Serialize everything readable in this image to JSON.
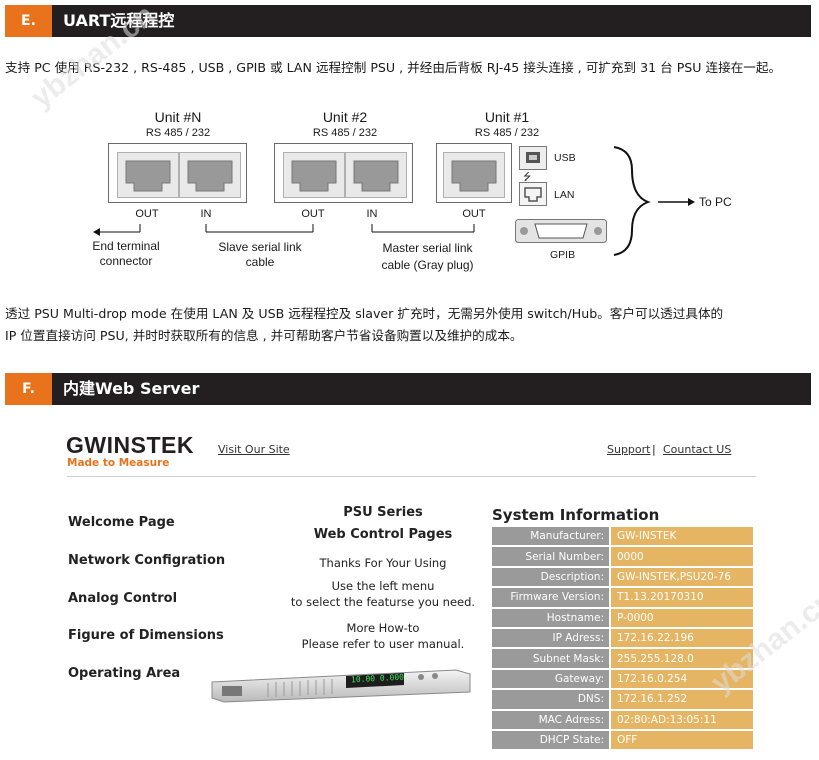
{
  "section_e": {
    "tag": "E.",
    "title": "UART远程程控",
    "paragraph": "支持 PC 使用 RS-232 , RS-485 , USB , GPIB 或 LAN 远程控制 PSU , 并经由后背板 RJ-45 接头连接 , 可扩充到 31 台 PSU 连接在一起。"
  },
  "diagram": {
    "units": [
      {
        "title": "Unit #N",
        "sub": "RS  485 / 232",
        "port_left": "OUT",
        "port_right": "IN"
      },
      {
        "title": "Unit #2",
        "sub": "RS  485 / 232",
        "port_left": "OUT",
        "port_right": "IN"
      },
      {
        "title": "Unit #1",
        "sub": "RS  485 / 232",
        "port_left": "OUT"
      }
    ],
    "end_terminal": "End terminal\nconnector",
    "slave_cable": "Slave serial link\ncable",
    "master_cable": "Master serial link\ncable (Gray plug)",
    "usb": "USB",
    "lan": "LAN",
    "gpib": "GPIB",
    "to_pc": "To PC"
  },
  "paragraph_2": {
    "line1": "透过 PSU Multi-drop mode 在使用 LAN 及 USB 远程程控及 slaver 扩充时，无需另外使用 switch/Hub。客户可以透过具体的",
    "line2": "IP 位置直接访问 PSU, 并时时获取所有的信息 , 并可帮助客户节省设备购置以及维护的成本。"
  },
  "section_f": {
    "tag": "F.",
    "title": "内建Web Server"
  },
  "web": {
    "logo": "GWINSTEK",
    "tagline": "Made to Measure",
    "visit": "Visit Our Site",
    "support": "Support",
    "sep": "|",
    "contact": "Countact US",
    "nav": [
      "Welcome Page",
      "Network Configration",
      "Analog Control",
      "Figure of Dimensions",
      "Operating Area"
    ],
    "center_title1": "PSU Series",
    "center_title2": "Web Control Pages",
    "thanks": "Thanks For Your Using",
    "use1": "Use the left menu",
    "use2": "to select the featurse you need.",
    "more1": "More How-to",
    "more2": "Please refer to user manual.",
    "sys_title": "System Information",
    "sys": [
      {
        "k": "Manufacturer:",
        "v": "GW-INSTEK"
      },
      {
        "k": "Serial Number:",
        "v": "0000"
      },
      {
        "k": "Description:",
        "v": "GW-INSTEK,PSU20-76"
      },
      {
        "k": "Firmware Version:",
        "v": "T1.13.20170310"
      },
      {
        "k": "Hostname:",
        "v": "P-0000"
      },
      {
        "k": "IP Adress:",
        "v": "172.16.22.196"
      },
      {
        "k": "Subnet Mask:",
        "v": "255.255.128.0"
      },
      {
        "k": "Gateway:",
        "v": "172.16.0.254"
      },
      {
        "k": "DNS:",
        "v": "172.16.1.252"
      },
      {
        "k": "MAC Adress:",
        "v": "02:80:AD:13:05:11"
      },
      {
        "k": "DHCP State:",
        "v": "OFF"
      }
    ],
    "psu_display": "10.00  0.000"
  },
  "watermark": "ybzhan.cn"
}
